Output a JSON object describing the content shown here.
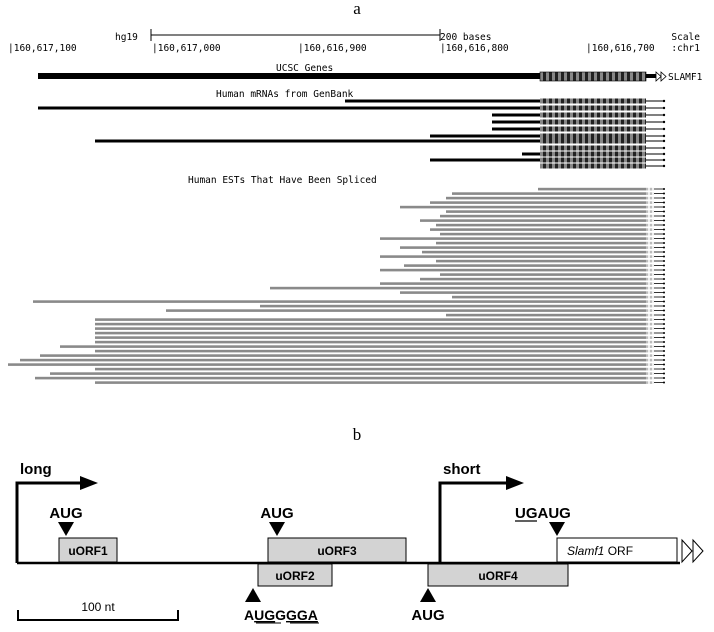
{
  "panel_a": {
    "label": "a",
    "assembly": "hg19",
    "scale_bases": "200 bases",
    "scale_label": "Scale",
    "chrom": "chr1",
    "coordinates": [
      "|160,617,100",
      "|160,617,000",
      "|160,616,900",
      "|160,616,800",
      "|160,616,700"
    ],
    "tracks": {
      "genes": "UCSC Genes",
      "gene_name": "SLAMF1",
      "mrnas": "Human mRNAs from GenBank",
      "ests": "Human ESTs That Have Been Spliced"
    }
  },
  "panel_b": {
    "label": "b",
    "promoters": {
      "long": "long",
      "short": "short"
    },
    "aug": "AUG",
    "orfs": {
      "uorf1": "uORF1",
      "uorf2": "uORF2",
      "uorf3": "uORF3",
      "uorf4": "uORF4",
      "slamf1_gene": "Slamf1",
      "slamf1_suffix": " ORF"
    },
    "motifs": {
      "ugaug_underlined": "UG",
      "ugaug_plain": "AUG",
      "auggga_a": "A",
      "auggga_ug": "UG",
      "auggga_g": "G",
      "auggga_gga": "GGA"
    },
    "scale_bar": "100 nt"
  },
  "colors": {
    "mrna": "#000000",
    "est": "#8a8a8a",
    "orf_box": "#d3d3d3"
  }
}
